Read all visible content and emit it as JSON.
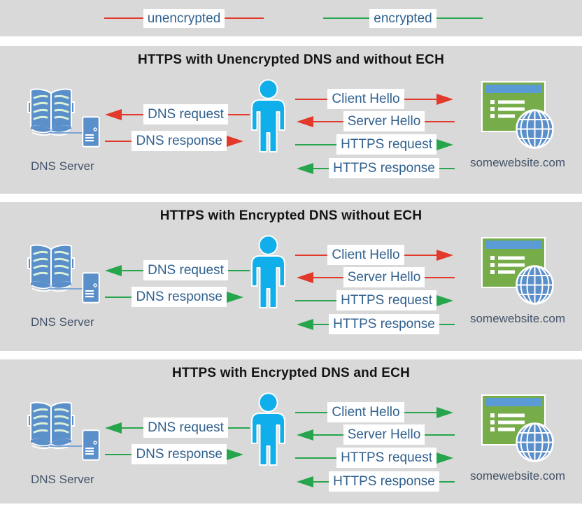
{
  "colors": {
    "unencrypted": "#e2392b",
    "encrypted": "#26a54c",
    "panel_bg": "#d9d9d9",
    "label_text": "#31618f",
    "caption_text": "#44546a",
    "title_text": "#141414",
    "person": "#10aeea",
    "device_blue": "#5b8fc9",
    "window_green": "#76ad49",
    "titlebar_blue": "#5b9bd5",
    "connector_blue": "#7ba6d6",
    "book_lines": "#d9f0d9"
  },
  "legend": {
    "items": [
      {
        "label": "unencrypted",
        "key": "unencrypted"
      },
      {
        "label": "encrypted",
        "key": "encrypted"
      }
    ]
  },
  "labels": {
    "dns_request": "DNS request",
    "dns_response": "DNS response",
    "client_hello": "Client Hello",
    "server_hello": "Server Hello",
    "https_request": "HTTPS request",
    "https_response": "HTTPS response",
    "dns_server": "DNS Server",
    "website": "somewebsite.com"
  },
  "panels": [
    {
      "title": "HTTPS with Unencrypted DNS and without ECH",
      "flows": {
        "dns_request": "unencrypted",
        "dns_response": "unencrypted",
        "client_hello": "unencrypted",
        "server_hello": "unencrypted",
        "https_request": "encrypted",
        "https_response": "encrypted"
      }
    },
    {
      "title": "HTTPS with Encrypted DNS without ECH",
      "flows": {
        "dns_request": "encrypted",
        "dns_response": "encrypted",
        "client_hello": "unencrypted",
        "server_hello": "unencrypted",
        "https_request": "encrypted",
        "https_response": "encrypted"
      }
    },
    {
      "title": "HTTPS with Encrypted DNS and ECH",
      "flows": {
        "dns_request": "encrypted",
        "dns_response": "encrypted",
        "client_hello": "encrypted",
        "server_hello": "encrypted",
        "https_request": "encrypted",
        "https_response": "encrypted"
      }
    }
  ]
}
